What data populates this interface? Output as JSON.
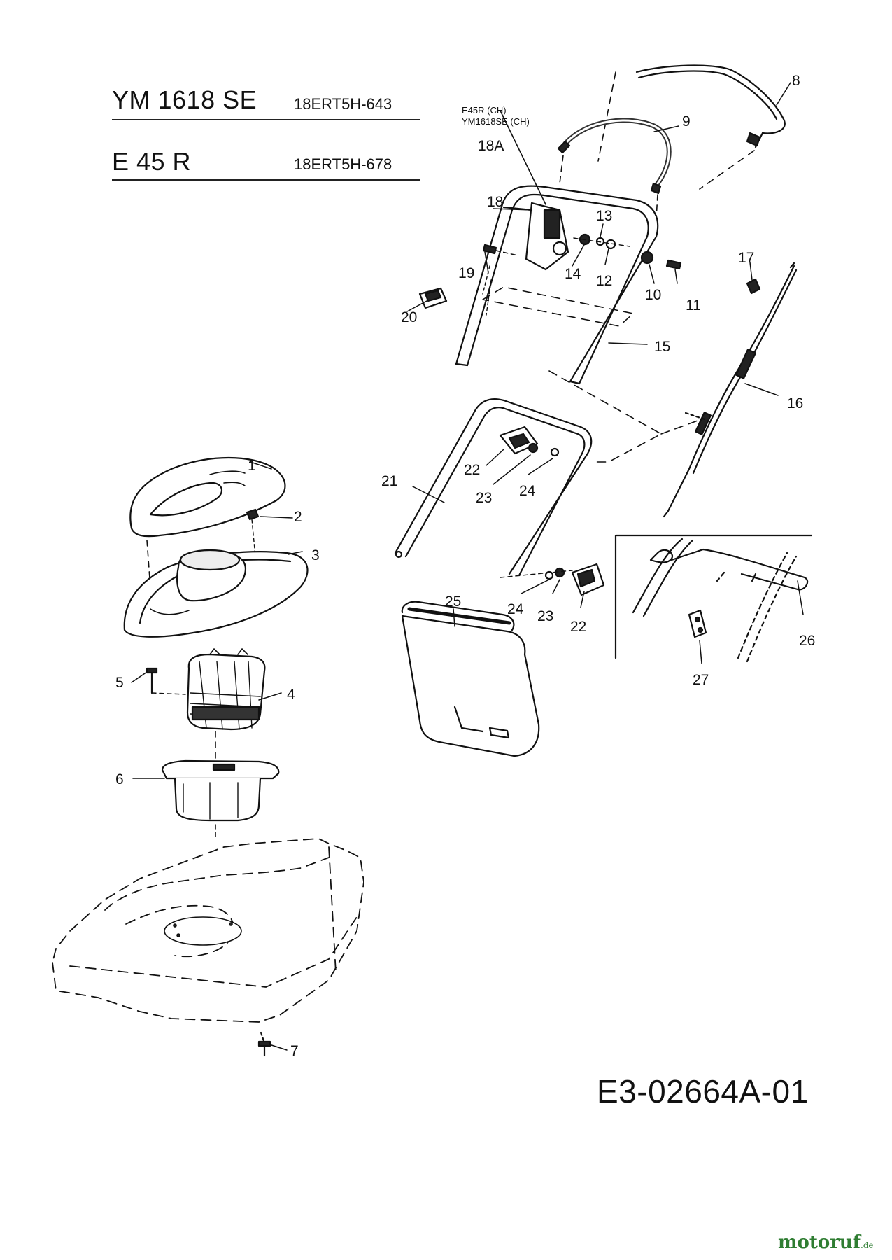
{
  "header": {
    "models": [
      {
        "name": "YM 1618 SE",
        "code": "18ERT5H-643"
      },
      {
        "name": "E 45 R",
        "code": "18ERT5H-678"
      }
    ],
    "variant_note": [
      "E45R (CH)",
      "YM1618SE (CH)"
    ]
  },
  "callouts": [
    "1",
    "2",
    "3",
    "4",
    "5",
    "6",
    "7",
    "8",
    "9",
    "10",
    "11",
    "12",
    "13",
    "14",
    "15",
    "16",
    "17",
    "18",
    "18A",
    "19",
    "20",
    "21",
    "22",
    "22",
    "23",
    "23",
    "24",
    "24",
    "25",
    "26",
    "27"
  ],
  "footer": {
    "diagram_code": "E3-02664A-01",
    "watermark": "motoruf",
    "watermark_tld": ".de"
  }
}
